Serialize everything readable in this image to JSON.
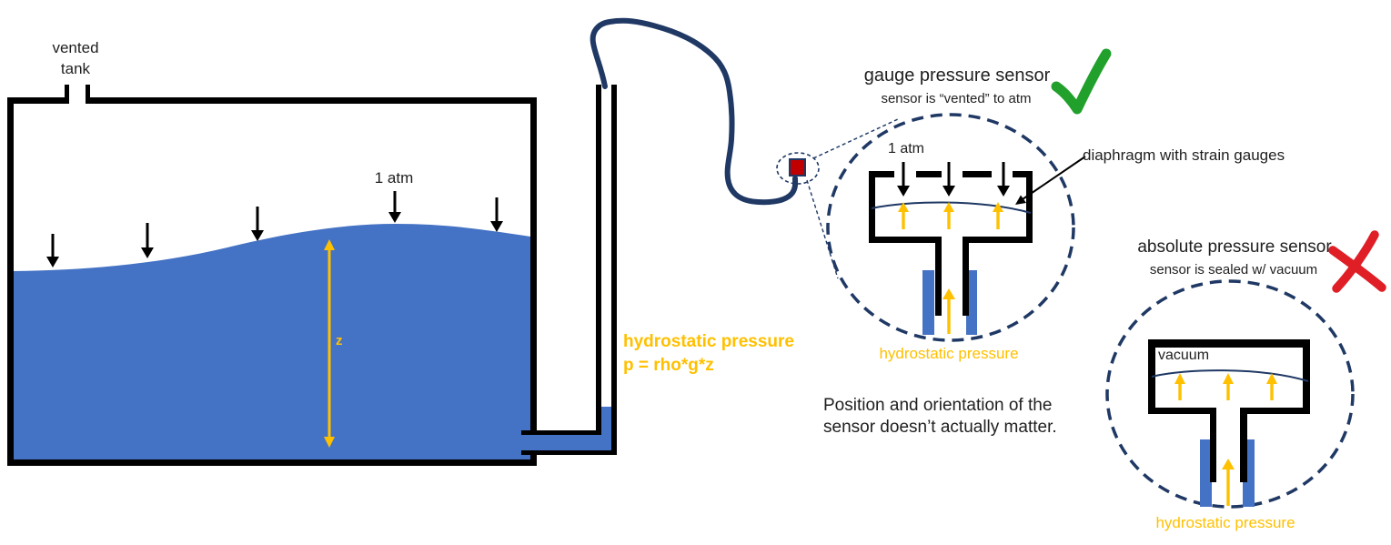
{
  "labels": {
    "tank": {
      "name_line1": "vented",
      "name_line2": "tank",
      "atm": "1 atm",
      "depth": "z"
    },
    "formula": {
      "line1": "hydrostatic pressure",
      "line2": "p  = rho*g*z"
    },
    "note": {
      "line1": "Position and orientation of the",
      "line2": "sensor doesn’t actually matter."
    },
    "gauge": {
      "title": "gauge pressure sensor",
      "subtitle": "sensor is “vented” to atm",
      "atm": "1 atm",
      "diaphragm": "diaphragm with strain gauges",
      "hydrostatic": "hydrostatic pressure"
    },
    "absolute": {
      "title": "absolute pressure sensor",
      "subtitle": "sensor is sealed w/ vacuum",
      "vacuum": "vacuum",
      "hydrostatic": "hydrostatic pressure"
    }
  },
  "icons": {
    "gauge_verdict": "green-check-mark",
    "absolute_verdict": "red-x-mark",
    "sensor_marker": "red-square-sensor"
  },
  "colors": {
    "water": "#4472C4",
    "line_navy": "#1F3864",
    "accent_yellow": "#FFC000",
    "sensor_red": "#C00000",
    "check_green": "#21A12C",
    "x_red": "#DF1E26"
  }
}
